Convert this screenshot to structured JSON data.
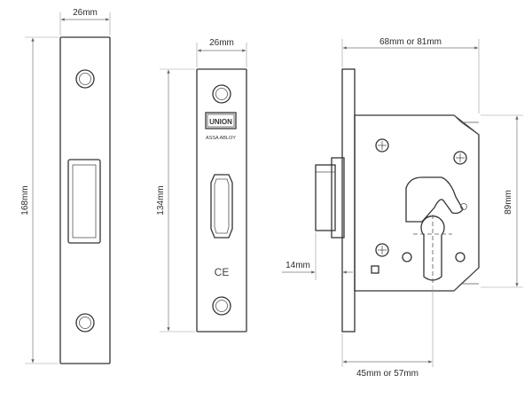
{
  "dimensions": {
    "forend_width": "26mm",
    "forend_height": "168mm",
    "strike_width": "26mm",
    "strike_height": "134mm",
    "case_depth": "68mm or 81mm",
    "case_height": "89mm",
    "bolt_throw": "14mm",
    "backset": "45mm or 57mm"
  },
  "branding": {
    "logo_text": "UNION",
    "subtext": "ASSA ABLOY",
    "ce_mark": "CE"
  },
  "colors": {
    "outline": "#333333",
    "dimension": "#777777"
  }
}
